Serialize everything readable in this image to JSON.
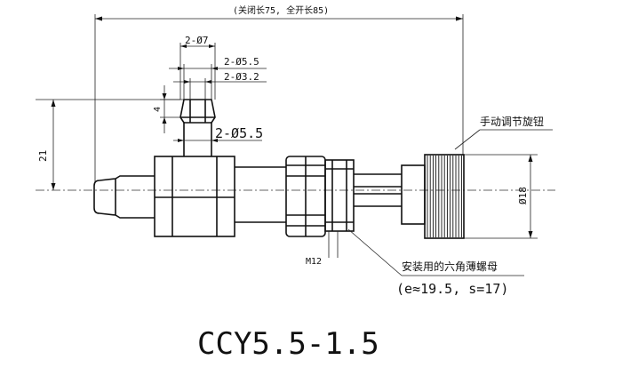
{
  "model_label": "CCY5.5-1.5",
  "dimensions": {
    "overall_length": "(关闭长75, 全开长85)",
    "d_outer_top": "2-Ø7",
    "d_bore_top": "2-Ø5.5",
    "d_inner_top": "2-Ø3.2",
    "barb_height": "4",
    "d_tube": "2-Ø5.5",
    "height_21": "21",
    "knob_dia": "Ø18",
    "thread": "M12"
  },
  "annotations": {
    "knob": "手动调节旋钮",
    "nut": "安装用的六角薄螺母",
    "nut_size": "(e≈19.5, s=17)"
  }
}
